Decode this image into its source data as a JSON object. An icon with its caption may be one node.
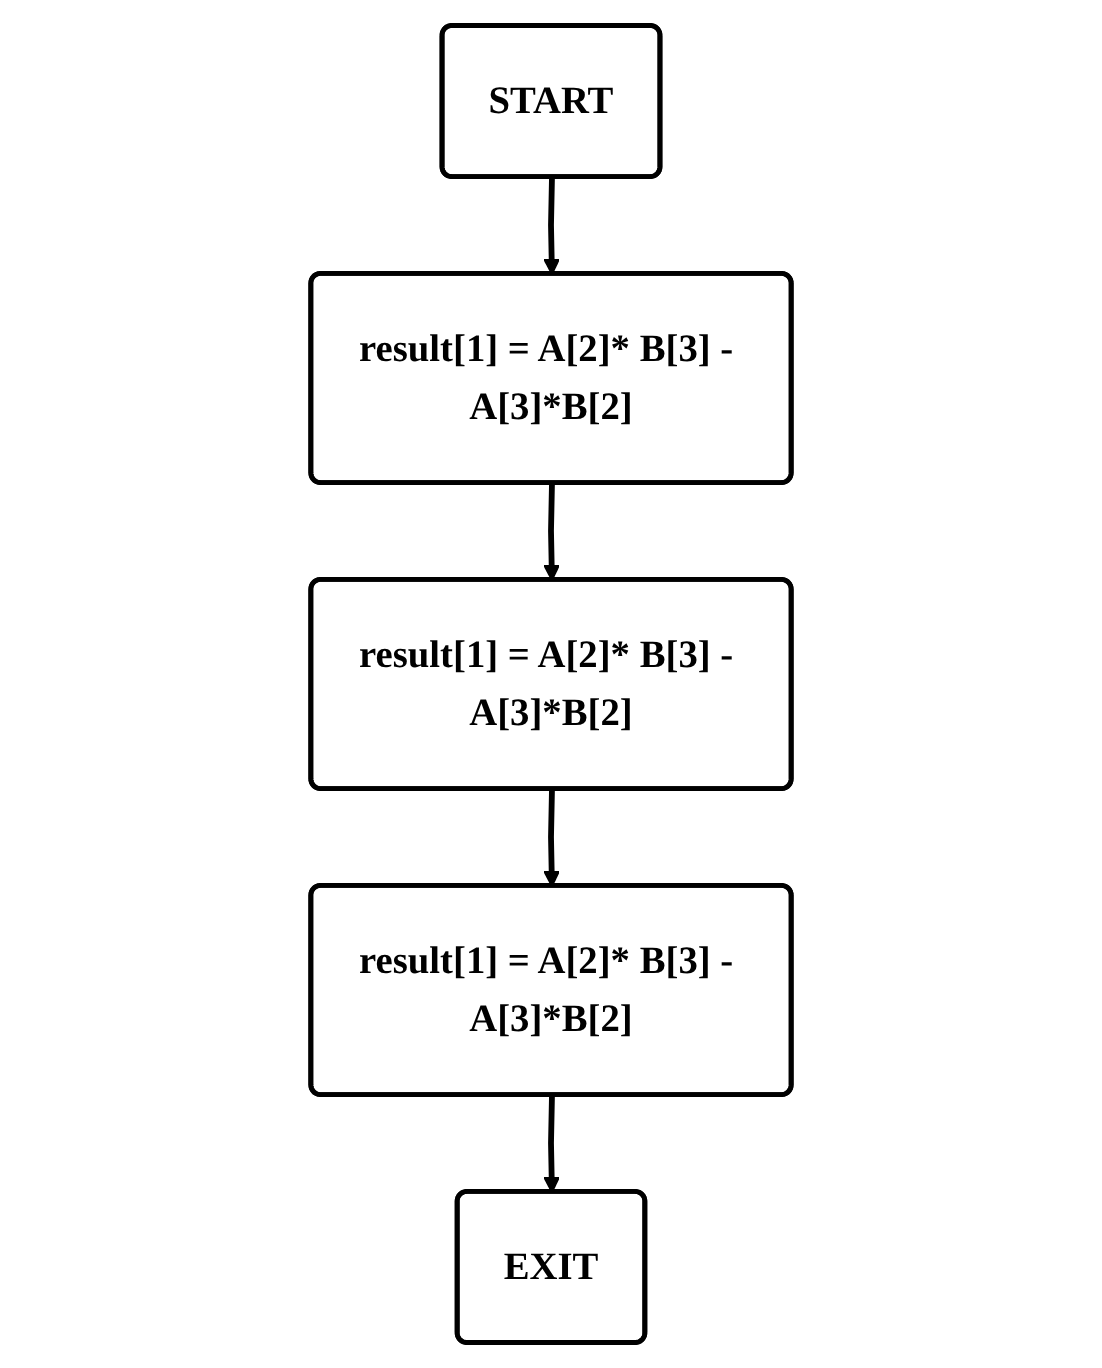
{
  "diagram": {
    "nodes": [
      {
        "text": [
          "START"
        ]
      },
      {
        "text": [
          "result[1] = A[2]* B[3] - A[3]*B[2]"
        ]
      },
      {
        "text": [
          "result[1] = A[2]* B[3] - A[3]*B[2]"
        ]
      },
      {
        "text": [
          "result[1] = A[2]* B[3] - A[3]*B[2]"
        ]
      },
      {
        "text": [
          "EXIT"
        ]
      }
    ],
    "edges": [
      {
        "from": 0,
        "to": 1,
        "arrow": "to"
      },
      {
        "from": 1,
        "to": 2,
        "arrow": "to"
      },
      {
        "from": 2,
        "to": 3,
        "arrow": "to"
      },
      {
        "from": 3,
        "to": 4,
        "arrow": "to"
      }
    ]
  }
}
